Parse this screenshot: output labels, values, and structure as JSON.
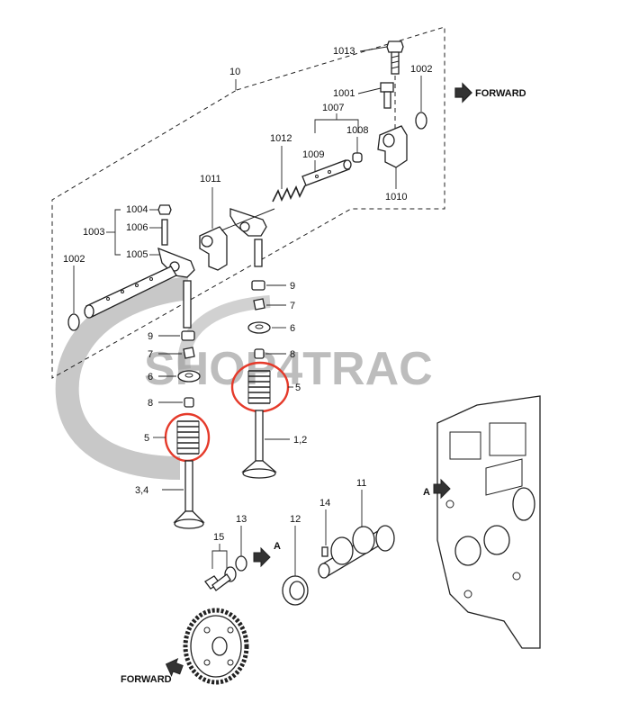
{
  "watermark": {
    "text": "SHOP4TRAC",
    "color": "#9a9a9a"
  },
  "highlight_color": "#e53a2a",
  "direction_labels": {
    "forward_top": "FORWARD",
    "forward_bottom": "FORWARD",
    "view_a_left": "A",
    "view_a_right": "A"
  },
  "labels": {
    "assembly": "10",
    "bolt_1013": "1013",
    "seal_1002_top": "1002",
    "bolt_1001": "1001",
    "group_1007": "1007",
    "part_1012": "1012",
    "part_1008": "1008",
    "part_1009": "1009",
    "part_1010": "1010",
    "part_1011": "1011",
    "part_1004": "1004",
    "part_1006": "1006",
    "group_1003": "1003",
    "part_1005": "1005",
    "seal_1002_left": "1002",
    "cap_9_right": "9",
    "collet_7_right": "7",
    "retainer_6_right": "6",
    "seal_8_right": "8",
    "spring_5_right": "5",
    "valve_12": "1,2",
    "cap_9_left": "9",
    "collet_7_left": "7",
    "retainer_6_left": "6",
    "seal_8_left": "8",
    "spring_5_left": "5",
    "valve_34": "3,4",
    "camshaft_11": "11",
    "key_14": "14",
    "bearing_12": "12",
    "washer_13": "13",
    "bolt_15": "15"
  }
}
